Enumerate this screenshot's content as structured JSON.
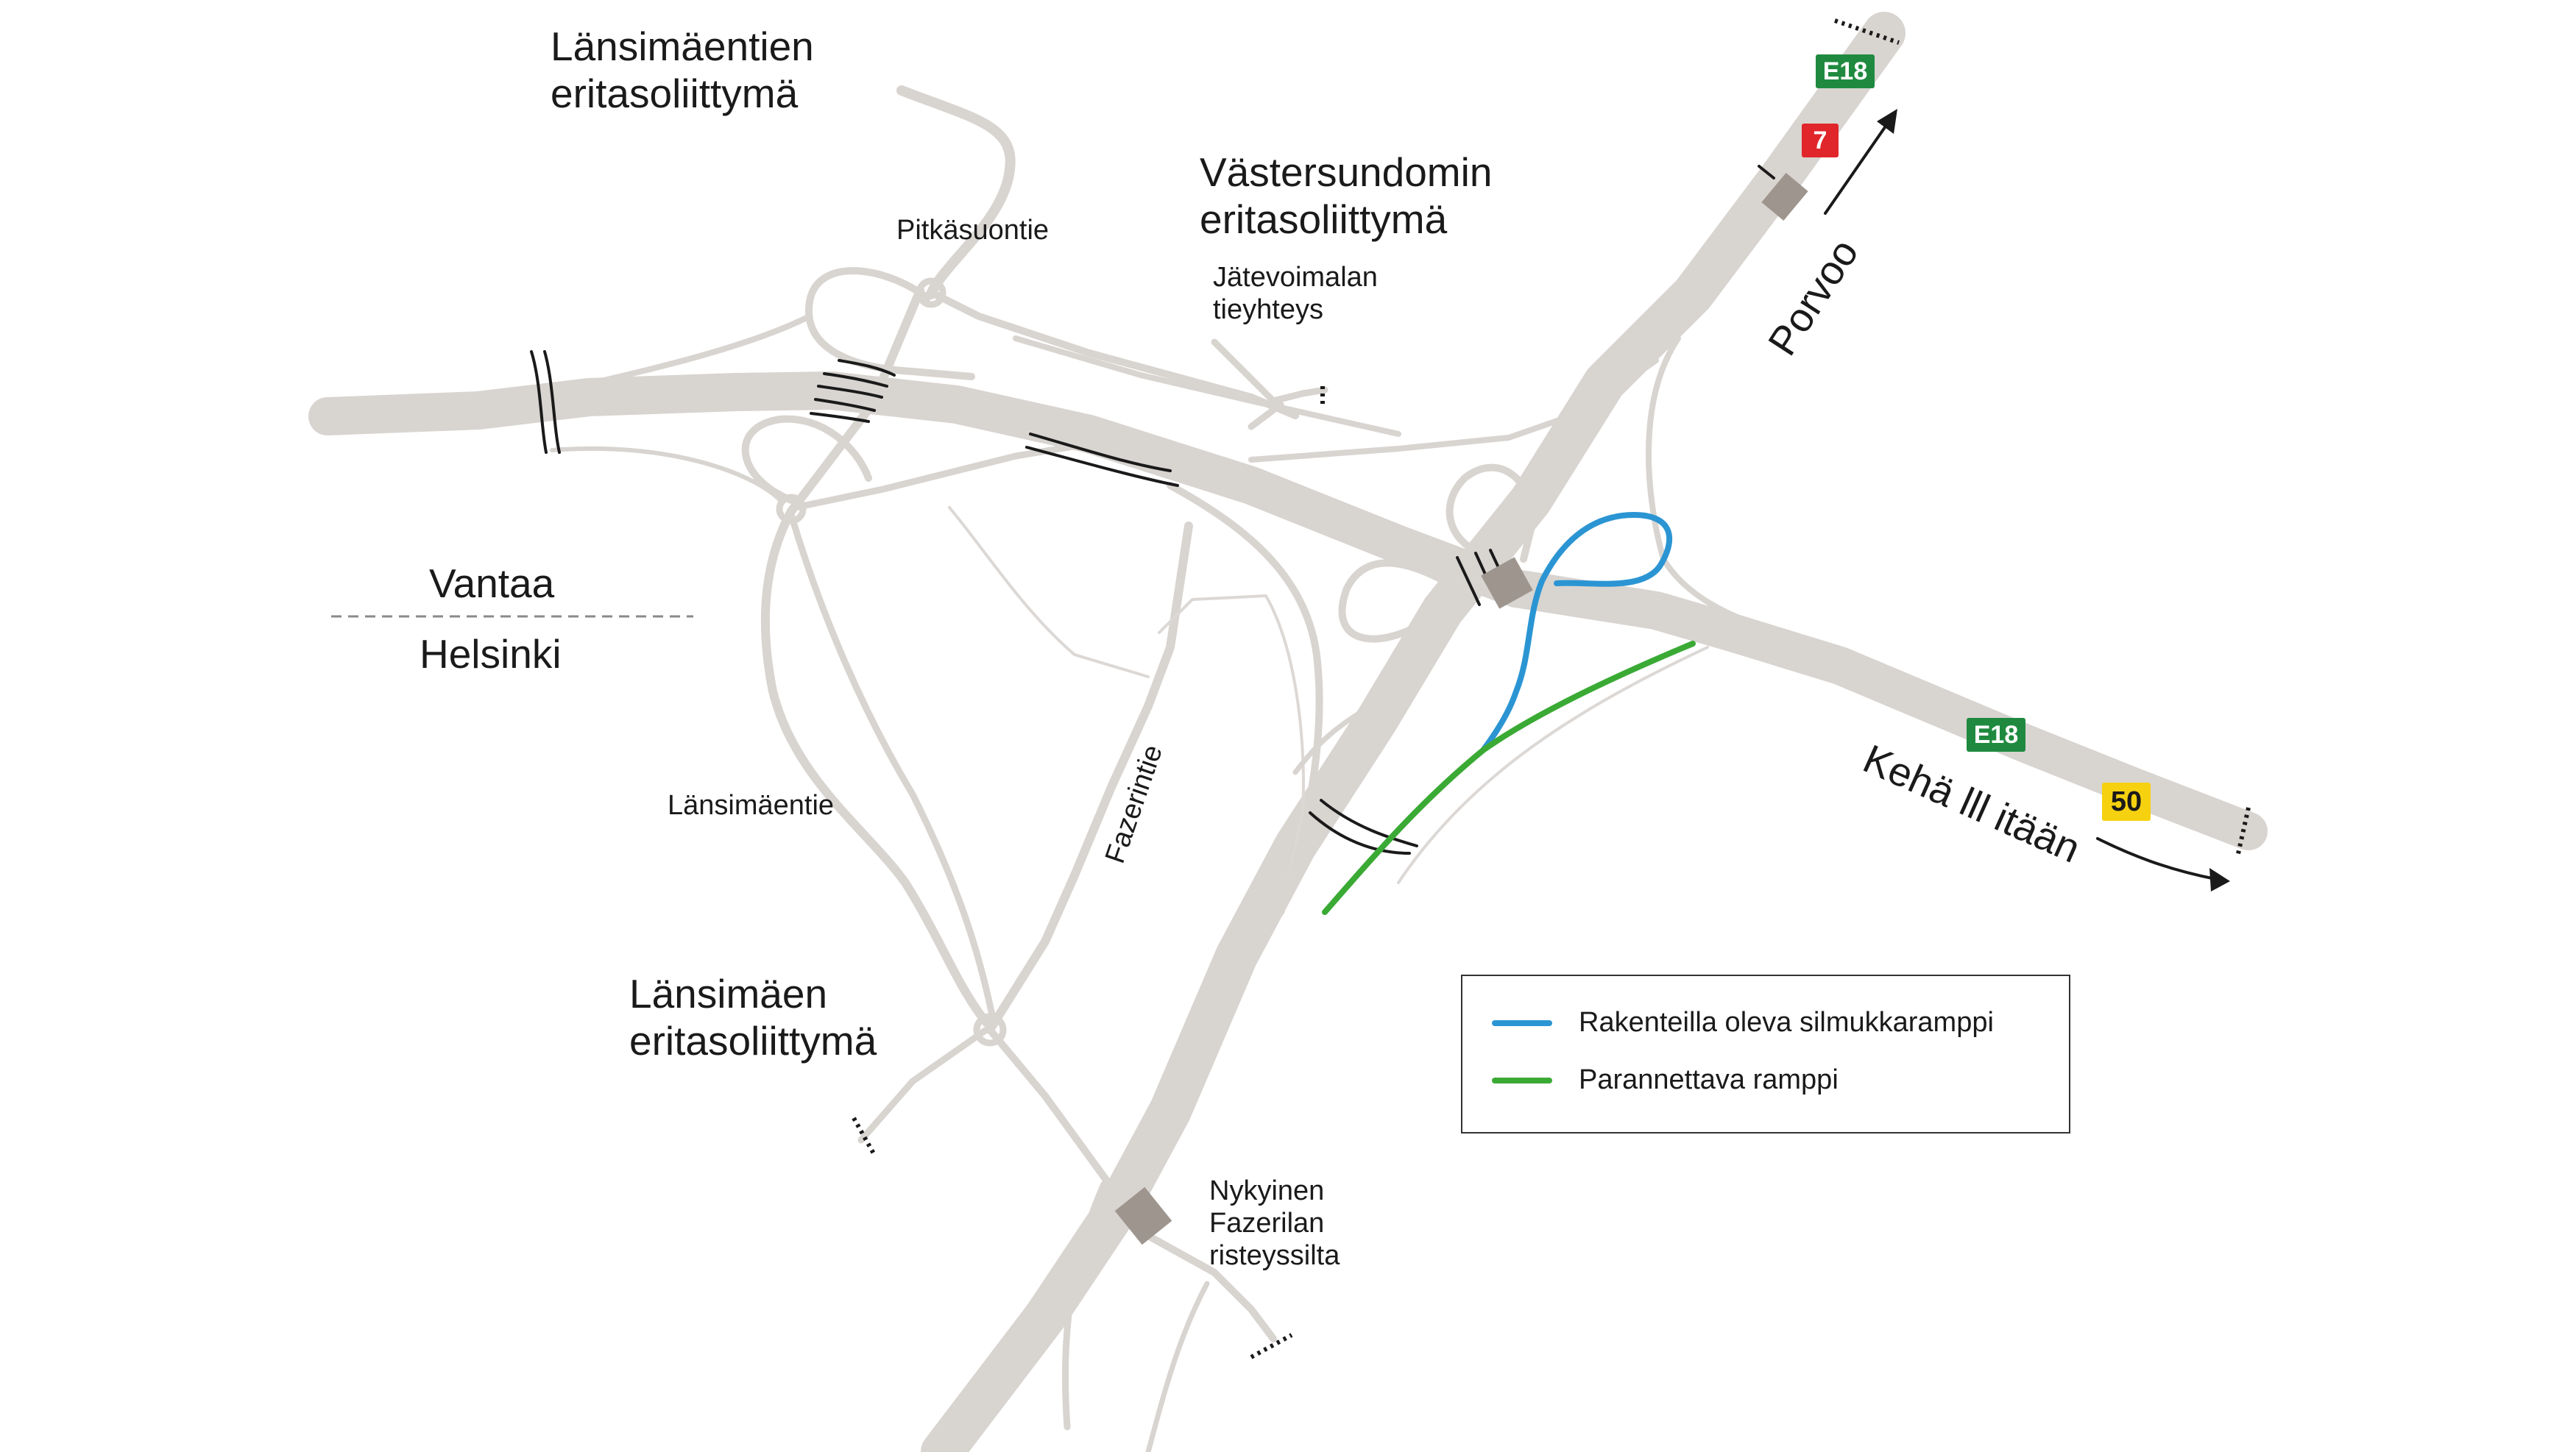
{
  "labels": {
    "lansimaentien_interchange": [
      "Länsimäentien",
      "eritasoliittymä"
    ],
    "vastersundomin_interchange": [
      "Västersundomin",
      "eritasoliittymä"
    ],
    "lansimaen_interchange": [
      "Länsimäen",
      "eritasoliittymä"
    ],
    "pitkasuontie": "Pitkäsuontie",
    "jatevoimala": [
      "Jätevoimalan",
      "tieyhteys"
    ],
    "vantaa": "Vantaa",
    "helsinki": "Helsinki",
    "lansimaentie": "Länsimäentie",
    "fazerintie": "Fazerintie",
    "porvoo": "Porvoo",
    "keha_itaan": "Kehä lll itään",
    "fazerila_bridge": [
      "Nykyinen",
      "Fazerilan",
      "risteyssilta"
    ]
  },
  "shields": {
    "e18_top": "E18",
    "route7": "7",
    "e18_east": "E18",
    "route50": "50"
  },
  "legend": {
    "items": [
      {
        "label": "Rakenteilla oleva silmukkaramppi",
        "color": "#2b95d3"
      },
      {
        "label": "Parannettava ramppi",
        "color": "#3aaa35"
      }
    ]
  },
  "colors": {
    "road": "#d8d4d0",
    "bridge": "#9e958e",
    "loop_ramp": "#2b95d3",
    "improved_ramp": "#3aaa35"
  }
}
